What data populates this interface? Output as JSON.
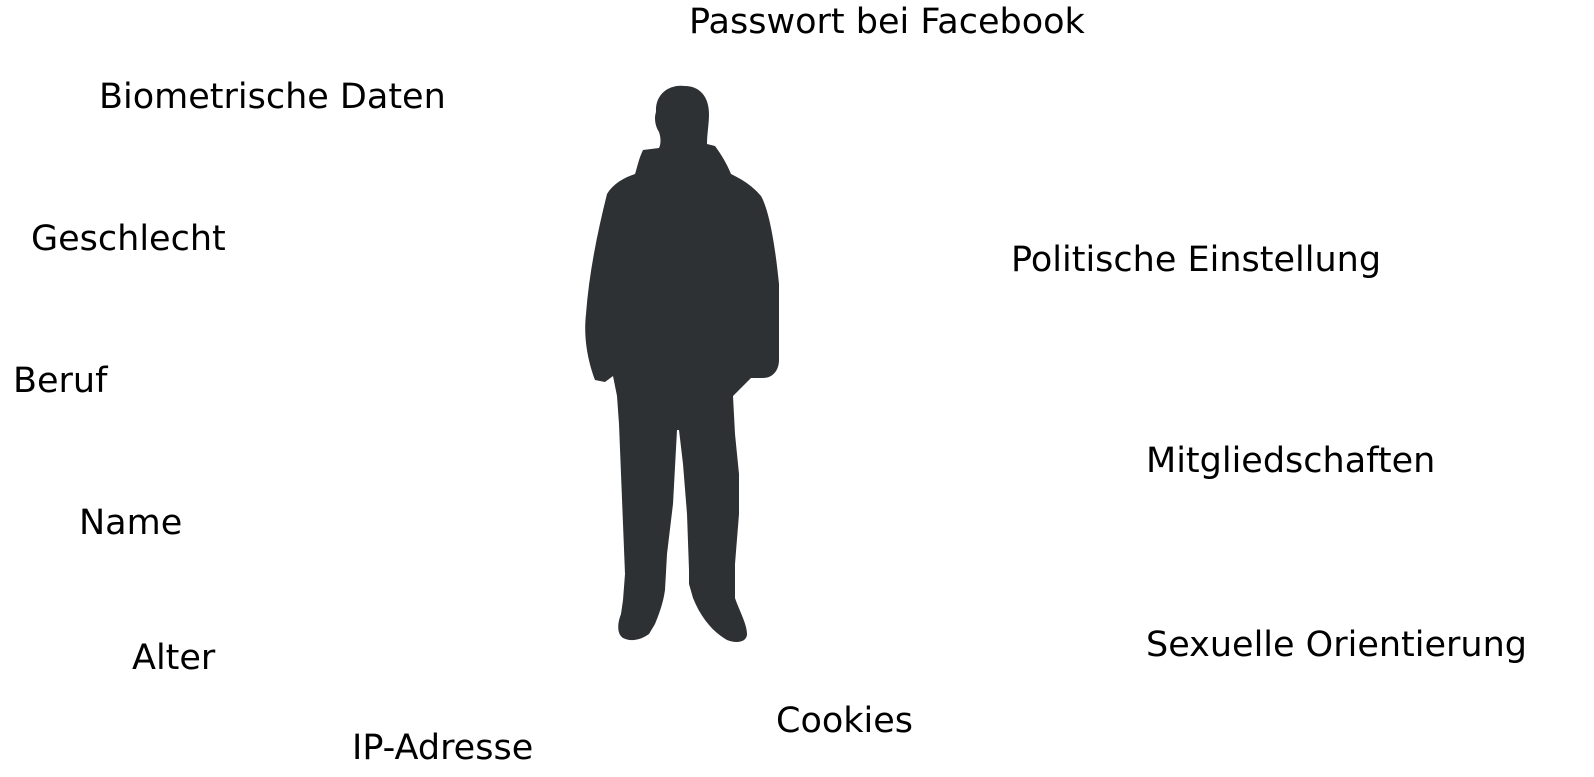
{
  "labels": {
    "password": "Passwort bei Facebook",
    "biometrics": "Biometrische Daten",
    "gender": "Geschlecht",
    "political": "Politische Einstellung",
    "profession": "Beruf",
    "memberships": "Mitgliedschaften",
    "name": "Name",
    "sexual_orientation": "Sexuelle Orientierung",
    "age": "Alter",
    "cookies": "Cookies",
    "ip_address": "IP-Adresse"
  },
  "figure": {
    "icon": "person-silhouette-icon",
    "color": "#2e3133"
  }
}
